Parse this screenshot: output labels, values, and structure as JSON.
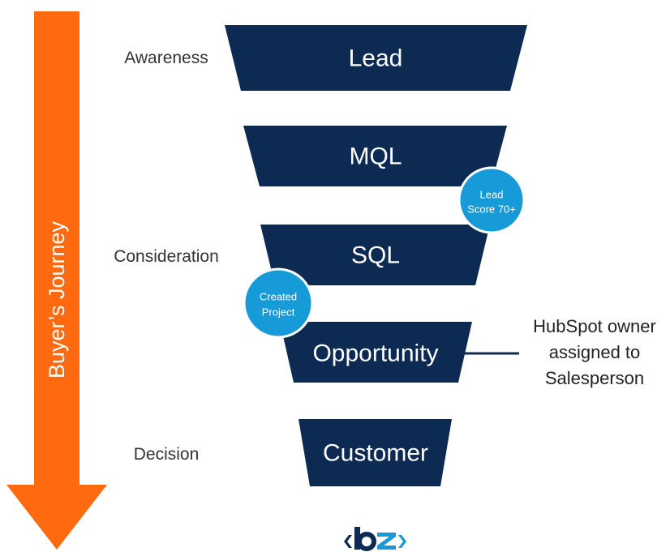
{
  "colors": {
    "funnel": "#0d2a52",
    "arrow": "#ff6a10",
    "badge": "#169ad8",
    "badge_ring": "#ffffff",
    "logo": "#0d2a52"
  },
  "journey_arrow": {
    "label": "Buyer’s Journey"
  },
  "phases": [
    {
      "id": "awareness",
      "label": "Awareness"
    },
    {
      "id": "consideration",
      "label": "Consideration"
    },
    {
      "id": "decision",
      "label": "Decision"
    }
  ],
  "stages": [
    {
      "id": "lead",
      "label": "Lead"
    },
    {
      "id": "mql",
      "label": "MQL"
    },
    {
      "id": "sql",
      "label": "SQL"
    },
    {
      "id": "opportunity",
      "label": "Opportunity"
    },
    {
      "id": "customer",
      "label": "Customer"
    }
  ],
  "badges": [
    {
      "id": "lead-score",
      "lines": [
        "Lead",
        "Score 70+"
      ]
    },
    {
      "id": "created-project",
      "lines": [
        "Created",
        "Project"
      ]
    }
  ],
  "note": {
    "lines": [
      "HubSpot owner",
      "assigned to",
      "Salesperson"
    ]
  },
  "logo": {
    "icon": "bz-logo"
  }
}
